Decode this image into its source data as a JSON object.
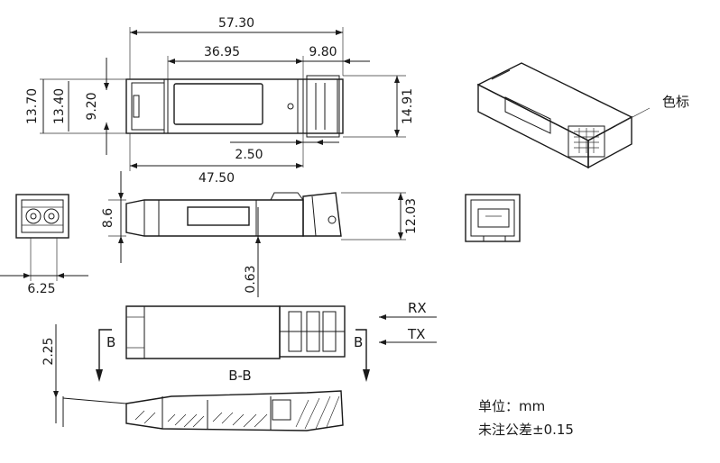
{
  "dimensions": {
    "overall_length": "57.30",
    "body_length": "36.95",
    "latch_length": "9.80",
    "height_outer": "13.70",
    "height_mid": "13.40",
    "height_inner": "9.20",
    "height_right": "14.91",
    "offset_small": "2.50",
    "length_to_latch": "47.50",
    "side_height": "8.6",
    "latch_height": "12.03",
    "front_width": "6.25",
    "bottom_offset": "0.63",
    "section_offset": "2.25"
  },
  "labels": {
    "color_mark": "色标",
    "rx": "RX",
    "tx": "TX",
    "section_marker_left": "B",
    "section_marker_right": "B",
    "section_title": "B-B"
  },
  "notes": {
    "unit": "单位：mm",
    "tolerance": "未注公差±0.15"
  }
}
